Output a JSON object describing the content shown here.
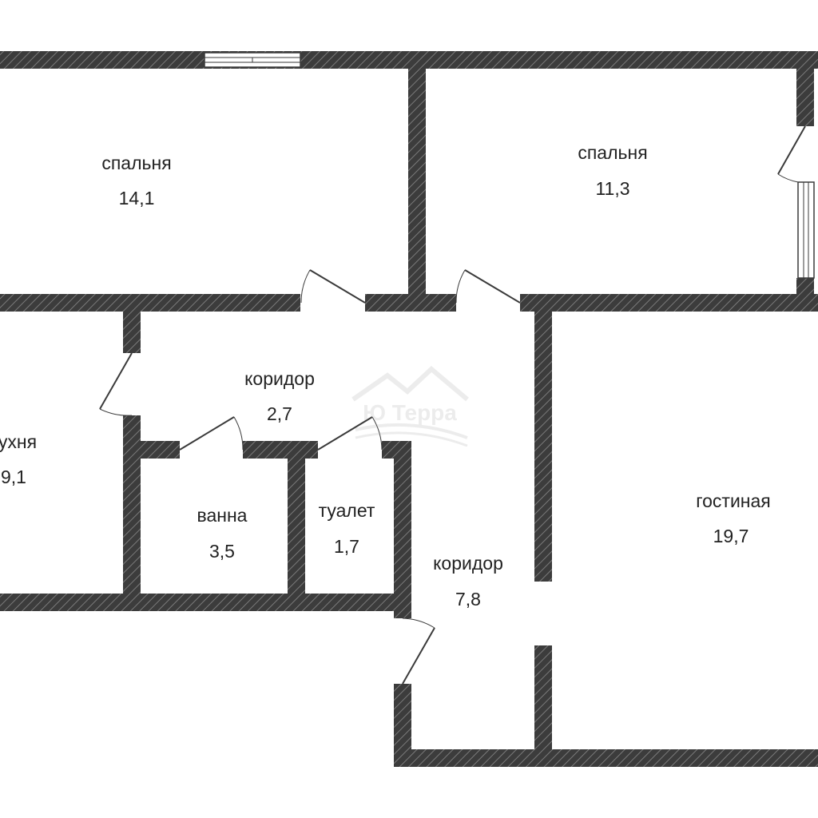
{
  "colors": {
    "wall_fill": "#3c3c3c",
    "wall_hatch": "#7a7a7a",
    "background": "#ffffff",
    "text": "#222222",
    "watermark": "#9a9a9a"
  },
  "watermark": {
    "brand": "Ю Терра"
  },
  "rooms": [
    {
      "name": "спальня",
      "area": "14,1"
    },
    {
      "name": "спальня",
      "area": "11,3"
    },
    {
      "name": "коридор",
      "area": "2,7"
    },
    {
      "name": "ухня",
      "area": "9,1"
    },
    {
      "name": "ванна",
      "area": "3,5"
    },
    {
      "name": "туалет",
      "area": "1,7"
    },
    {
      "name": "коридор",
      "area": "7,8"
    },
    {
      "name": "гостиная",
      "area": "19,7"
    }
  ]
}
